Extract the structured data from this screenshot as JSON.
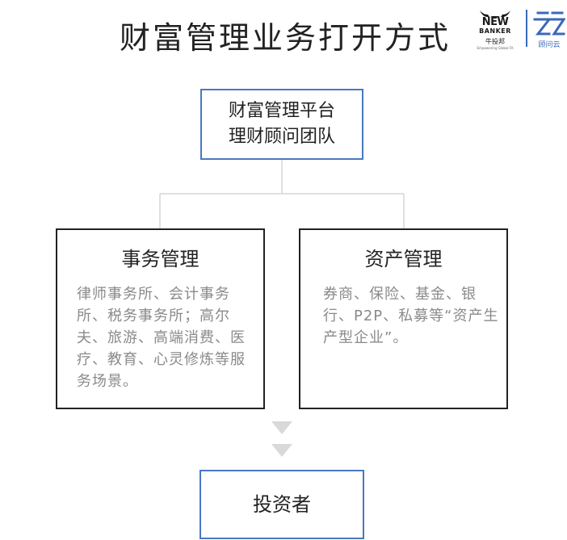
{
  "header": {
    "title": "财富管理业务打开方式",
    "logo_newbanker": {
      "word1": "NEW",
      "word2": "BANKER",
      "cn": "牛投邦",
      "tagline": "Empowering Global FA"
    },
    "logo_guwenyun": {
      "cn": "顾问云"
    }
  },
  "diagram": {
    "top": {
      "line1": "财富管理平台",
      "line2": "理财顾问团队"
    },
    "categories": [
      {
        "title": "事务管理",
        "desc": "律师事务所、会计事务所、税务事务所；高尔夫、旅游、高端消费、医疗、教育、心灵修炼等服务场景。"
      },
      {
        "title": "资产管理",
        "desc": "券商、保险、基金、银行、P2P、私募等“资产生产型企业”。"
      }
    ],
    "bottom": {
      "label": "投资者"
    }
  },
  "colors": {
    "accent": "#4a78c2",
    "line": "#d6d6d6",
    "arrow": "#d9d9d9",
    "desc_text": "#8a8a8a"
  }
}
